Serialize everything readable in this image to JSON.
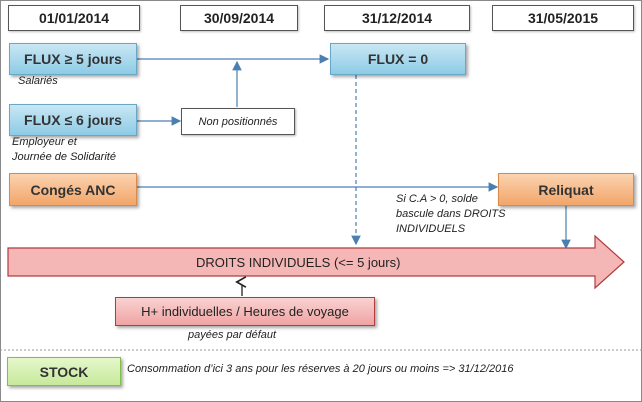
{
  "dates": [
    "01/01/2014",
    "30/09/2014",
    "31/12/2014",
    "31/05/2015"
  ],
  "boxes": {
    "flux_ge5": "FLUX ≥ 5 jours",
    "flux_le6": "FLUX ≤ 6 jours",
    "flux_zero": "FLUX = 0",
    "conges_anc": "Congés ANC",
    "reliquat": "Reliquat",
    "non_positionnes": "Non positionnés",
    "h_plus": "H+ individuelles / Heures de voyage",
    "stock": "STOCK"
  },
  "arrow_label": "DROITS INDIVIDUELS (<= 5 jours)",
  "notes": {
    "salaries": "Salariés",
    "employeur_line1": "Employeur et",
    "employeur_line2": "Journée de Solidarité",
    "solde_line1": "Si  C.A > 0, solde",
    "solde_line2": "bascule dans DROITS",
    "solde_line3": "INDIVIDUELS",
    "payees": "payées par défaut",
    "consommation": "Consommation d’ici 3 ans  pour les réserves à 20 jours ou moins  => 31/12/2016"
  }
}
